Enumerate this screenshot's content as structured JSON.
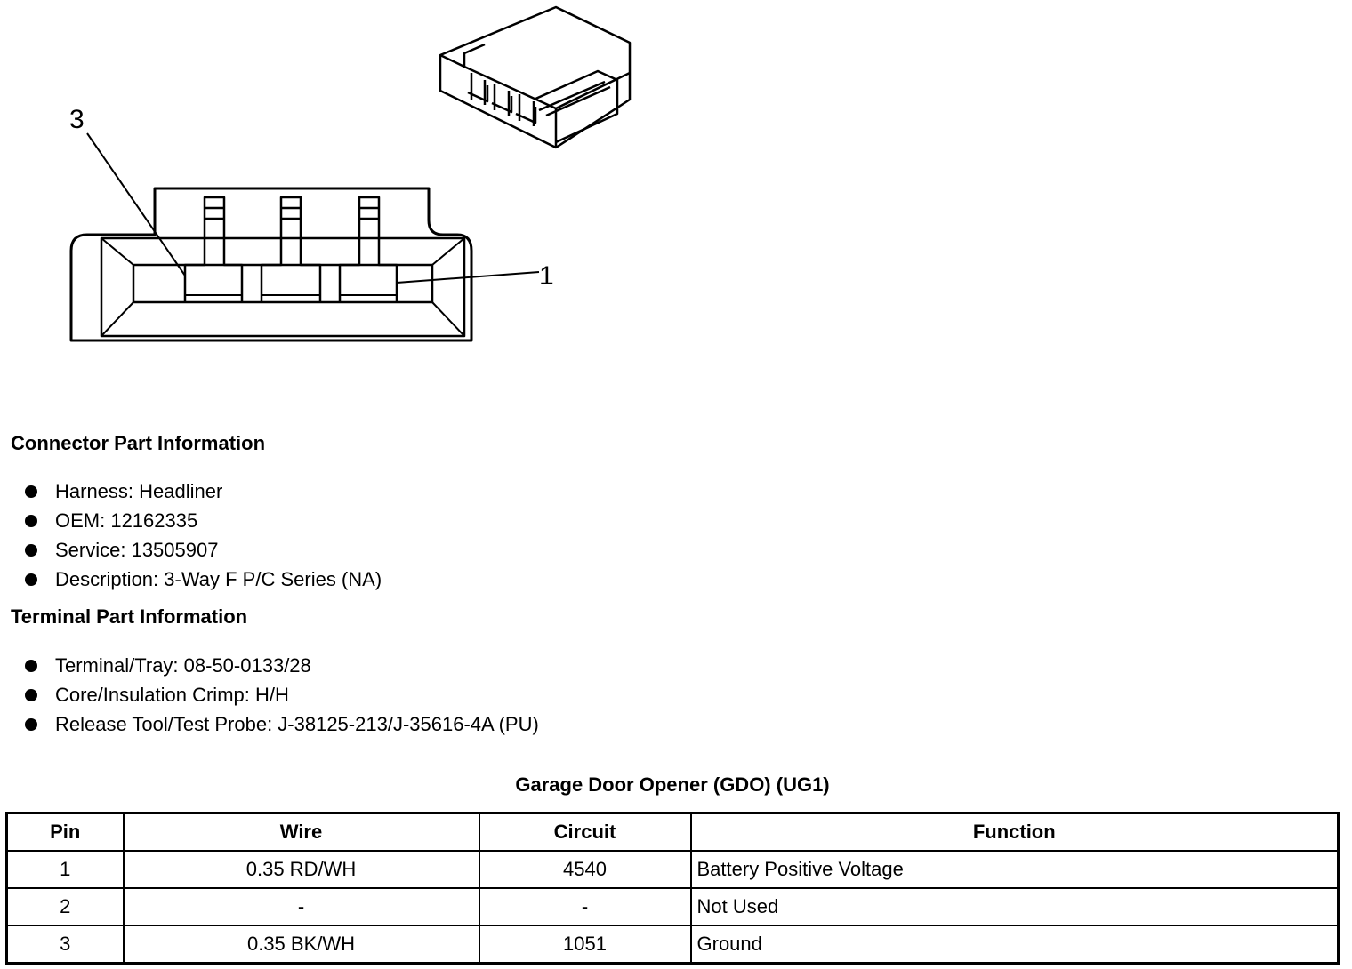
{
  "diagram": {
    "callout_left": "3",
    "callout_right": "1"
  },
  "connector_info": {
    "heading": "Connector Part Information",
    "items": [
      "Harness: Headliner",
      "OEM: 12162335",
      "Service: 13505907",
      "Description: 3-Way F P/C Series (NA)"
    ]
  },
  "terminal_info": {
    "heading": "Terminal Part Information",
    "items": [
      "Terminal/Tray: 08-50-0133/28",
      "Core/Insulation Crimp: H/H",
      "Release Tool/Test Probe: J-38125-213/J-35616-4A (PU)"
    ]
  },
  "table": {
    "title": "Garage Door Opener (GDO) (UG1)",
    "headers": [
      "Pin",
      "Wire",
      "Circuit",
      "Function"
    ],
    "rows": [
      [
        "1",
        "0.35 RD/WH",
        "4540",
        "Battery Positive Voltage"
      ],
      [
        "2",
        "-",
        "-",
        "Not Used"
      ],
      [
        "3",
        "0.35 BK/WH",
        "1051",
        "Ground"
      ]
    ]
  }
}
